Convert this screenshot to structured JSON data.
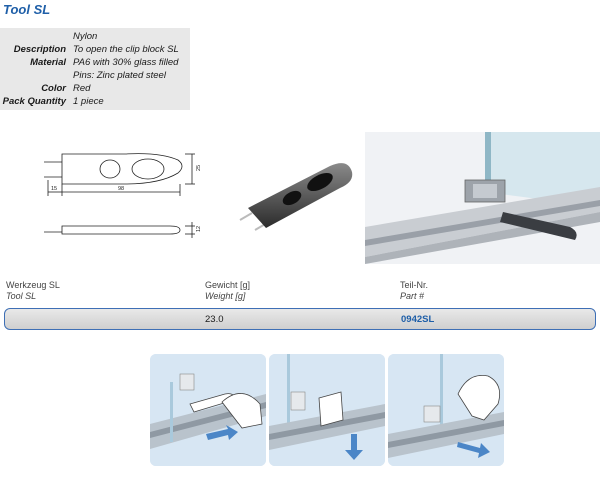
{
  "title": "Tool SL",
  "specs": [
    {
      "label": "",
      "value": "Nylon"
    },
    {
      "label": "Description",
      "value": "To open the clip block SL"
    },
    {
      "label": "Material",
      "value": "PA6 with 30% glass filled"
    },
    {
      "label": "",
      "value": "Pins: Zinc plated steel"
    },
    {
      "label": "Color",
      "value": "Red"
    },
    {
      "label": "Pack Quantity",
      "value": "1 piece"
    }
  ],
  "dimensions": {
    "d15": "15",
    "d98": "98",
    "d25": "25",
    "d12": "12"
  },
  "table": {
    "columns": [
      {
        "de": "Werkzeug SL",
        "en": "Tool SL"
      },
      {
        "de": "Gewicht [g]",
        "en": "Weight [g]"
      },
      {
        "de": "Teil-Nr.",
        "en": "Part #"
      }
    ],
    "row": {
      "weight": "23.0",
      "part": "0942SL"
    }
  },
  "colors": {
    "title": "#1f5fa8",
    "accent": "#3e6fb5",
    "panel": "#e8e8e8",
    "step_bg": "#d7e6f3"
  }
}
